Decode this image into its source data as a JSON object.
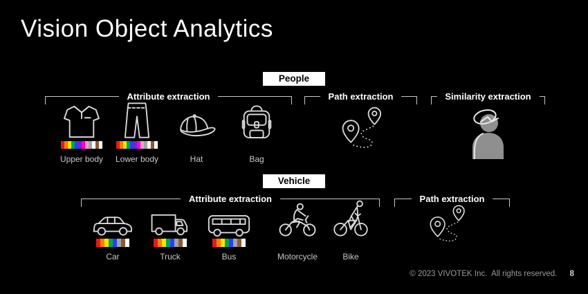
{
  "slide": {
    "title": "Vision Object Analytics",
    "background_color": "#000000",
    "footer": {
      "copyright": "© 2023 VIVOTEK Inc.  All rights reserved.",
      "page_number": "8"
    }
  },
  "sections": {
    "people": {
      "badge": "People",
      "groups": {
        "attribute": "Attribute extraction",
        "path": "Path extraction",
        "similarity": "Similarity extraction"
      },
      "items": [
        {
          "label": "Upper body",
          "icon": "shirt-icon",
          "has_color_strip": true
        },
        {
          "label": "Lower body",
          "icon": "pants-icon",
          "has_color_strip": true
        },
        {
          "label": "Hat",
          "icon": "cap-icon",
          "has_color_strip": false
        },
        {
          "label": "Bag",
          "icon": "backpack-icon",
          "has_color_strip": false
        }
      ],
      "attribute_strip_colors": [
        "#e8191c",
        "#ff7f00",
        "#ffe400",
        "#00a651",
        "#2440ff",
        "#7a1fd0",
        "#ff00cc",
        "#ff9dcc",
        "#a3a3a3",
        "#ffffff",
        "#8a5a33",
        "#ffffff"
      ],
      "path_icon": "map-pins-route-icon",
      "similarity_icon": "person-mask-icon"
    },
    "vehicle": {
      "badge": "Vehicle",
      "groups": {
        "attribute": "Attribute extraction",
        "path": "Path extraction"
      },
      "items": [
        {
          "label": "Car",
          "icon": "car-icon",
          "has_color_strip": true
        },
        {
          "label": "Truck",
          "icon": "truck-icon",
          "has_color_strip": true
        },
        {
          "label": "Bus",
          "icon": "bus-icon",
          "has_color_strip": true
        },
        {
          "label": "Motorcycle",
          "icon": "motorcycle-icon",
          "has_color_strip": false
        },
        {
          "label": "Bike",
          "icon": "bike-icon",
          "has_color_strip": false
        }
      ],
      "attribute_strip_colors": [
        "#e8191c",
        "#ff7f00",
        "#ffe400",
        "#00a651",
        "#2440ff",
        "#a3a3a3",
        "#8a5a33",
        "#ffffff"
      ],
      "path_icon": "map-pins-route-icon"
    }
  },
  "colors": {
    "badge_bg": "#ffffff",
    "badge_text": "#000000",
    "bracket_line": "#c9c9c9",
    "group_label_text": "#ffffff",
    "item_label_text": "#c9c9c9",
    "icon_stroke": "#d9d9d9",
    "silhouette_fill": "#8f8f8f",
    "footer_text": "#9a9a9a"
  }
}
